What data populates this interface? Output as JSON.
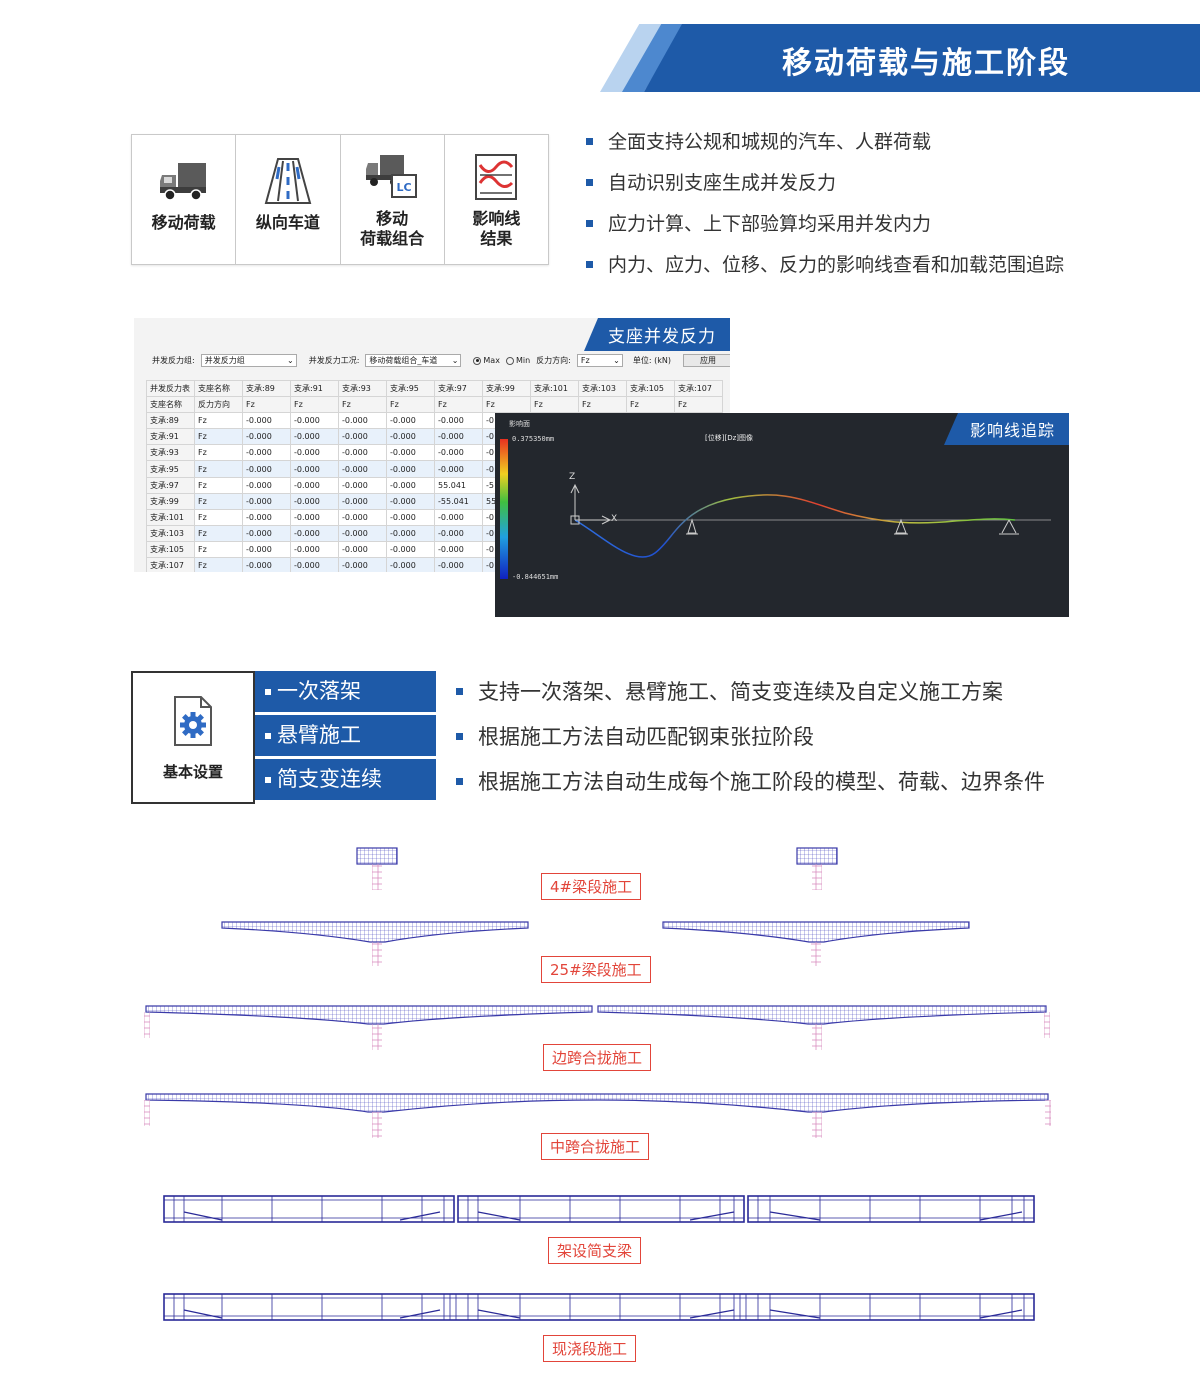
{
  "header": {
    "title": "移动荷载与施工阶段"
  },
  "toolbar": {
    "items": [
      {
        "label": "移动荷载",
        "icon": "truck-icon"
      },
      {
        "label": "纵向车道",
        "icon": "lane-icon"
      },
      {
        "label": "移动\n荷载组合",
        "icon": "truck-lc-icon"
      },
      {
        "label": "影响线\n结果",
        "icon": "influence-result-icon"
      }
    ]
  },
  "load_features": [
    "全面支持公规和城规的汽车、人群荷载",
    "自动识别支座生成并发反力",
    "应力计算、上下部验算均采用并发内力",
    "内力、应力、位移、反力的影响线查看和加载范围追踪"
  ],
  "reaction_panel": {
    "tag": "支座并发反力",
    "group_label": "并发反力组:",
    "group_value": "并发反力组",
    "case_label": "并发反力工况:",
    "case_value": "移动荷载组合_车道",
    "max_label": "Max",
    "min_label": "Min",
    "dir_label": "反力方向:",
    "dir_value": "Fz",
    "unit_label": "单位: (kN)",
    "apply_label": "应用",
    "header_row": [
      "并发反力表",
      "支座名称",
      "支承:89",
      "支承:91",
      "支承:93",
      "支承:95",
      "支承:97",
      "支承:99",
      "支承:101",
      "支承:103",
      "支承:105",
      "支承:107"
    ],
    "sub_header": [
      "支座名称",
      "反力方向",
      "Fz",
      "Fz",
      "Fz",
      "Fz",
      "Fz",
      "Fz",
      "Fz",
      "Fz",
      "Fz",
      "Fz"
    ],
    "rows": [
      [
        "支承:89",
        "Fz",
        "-0.000",
        "-0.000",
        "-0.000",
        "-0.000",
        "-0.000",
        "-0",
        "",
        "",
        "",
        ""
      ],
      [
        "支承:91",
        "Fz",
        "-0.000",
        "-0.000",
        "-0.000",
        "-0.000",
        "-0.000",
        "-0",
        "",
        "",
        "",
        ""
      ],
      [
        "支承:93",
        "Fz",
        "-0.000",
        "-0.000",
        "-0.000",
        "-0.000",
        "-0.000",
        "-0",
        "",
        "",
        "",
        ""
      ],
      [
        "支承:95",
        "Fz",
        "-0.000",
        "-0.000",
        "-0.000",
        "-0.000",
        "-0.000",
        "-0",
        "",
        "",
        "",
        ""
      ],
      [
        "支承:97",
        "Fz",
        "-0.000",
        "-0.000",
        "-0.000",
        "-0.000",
        "55.041",
        "-5",
        "",
        "",
        "",
        ""
      ],
      [
        "支承:99",
        "Fz",
        "-0.000",
        "-0.000",
        "-0.000",
        "-0.000",
        "-55.041",
        "55",
        "",
        "",
        "",
        ""
      ],
      [
        "支承:101",
        "Fz",
        "-0.000",
        "-0.000",
        "-0.000",
        "-0.000",
        "-0.000",
        "-0",
        "",
        "",
        "",
        ""
      ],
      [
        "支承:103",
        "Fz",
        "-0.000",
        "-0.000",
        "-0.000",
        "-0.000",
        "-0.000",
        "-0",
        "",
        "",
        "",
        ""
      ],
      [
        "支承:105",
        "Fz",
        "-0.000",
        "-0.000",
        "-0.000",
        "-0.000",
        "-0.000",
        "-0",
        "",
        "",
        "",
        ""
      ],
      [
        "支承:107",
        "Fz",
        "-0.000",
        "-0.000",
        "-0.000",
        "-0.000",
        "-0.000",
        "-0",
        "",
        "",
        "",
        ""
      ]
    ]
  },
  "influence_panel": {
    "tag": "影响线追踪",
    "legend_title": "影响面",
    "max_value": "0.375350mm",
    "min_value": "-0.844651mm",
    "plot_title": "[位移][Dz]图像",
    "axis_z": "Z",
    "axis_x": "X"
  },
  "setup": {
    "label": "基本设置",
    "icon": "gear-document-icon",
    "methods": [
      "一次落架",
      "悬臂施工",
      "简支变连续"
    ]
  },
  "stage_features": [
    "支持一次落架、悬臂施工、简支变连续及自定义施工方案",
    "根据施工方法自动匹配钢束张拉阶段",
    "根据施工方法自动生成每个施工阶段的模型、荷载、边界条件"
  ],
  "stages": [
    {
      "label": "4#梁段施工"
    },
    {
      "label": "25#梁段施工"
    },
    {
      "label": "边跨合拢施工"
    },
    {
      "label": "中跨合拢施工"
    },
    {
      "label": "架设简支梁"
    },
    {
      "label": "现浇段施工"
    }
  ],
  "colors": {
    "brand_blue": "#1e5aa8",
    "label_red": "#e2453a",
    "mesh_blue": "#3a3aa8",
    "pier_pink": "#d98fc0"
  }
}
